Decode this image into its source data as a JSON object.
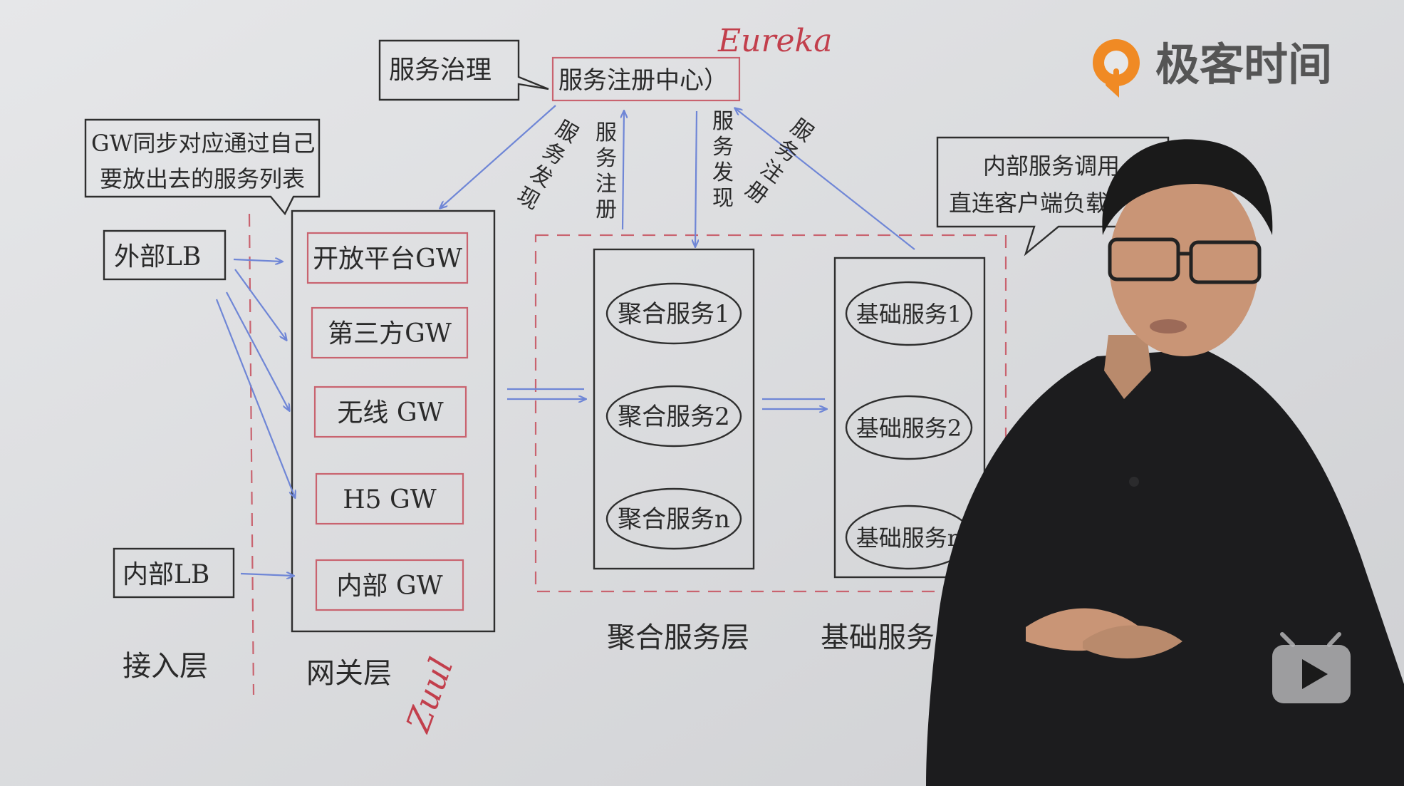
{
  "brand": {
    "name": "极客时间",
    "accent": "#f08a24"
  },
  "governance": {
    "callout": "服务治理",
    "registry": "服务注册中心）",
    "eureka": "Eureka"
  },
  "notes": {
    "gw_sync": [
      "GW同步对应通过自己",
      "要放出去的服务列表"
    ],
    "internal_call": [
      "内部服务调用",
      "直连客户端负载"
    ]
  },
  "flows": {
    "discovery_to_gw": "服务发现",
    "register_from_gw": "服务注册",
    "discovery_to_agg": "服务发现",
    "register_from_base": "服务注册"
  },
  "access": {
    "external_lb": "外部LB",
    "internal_lb": "内部LB",
    "label": "接入层"
  },
  "gateway": {
    "items": [
      "开放平台GW",
      "第三方GW",
      "无线 GW",
      "H5  GW",
      "内部 GW"
    ],
    "label": "网关层",
    "zuul": "Zuul"
  },
  "aggregation": {
    "items": [
      "聚合服务1",
      "聚合服务2",
      "聚合服务n"
    ],
    "label": "聚合服务层"
  },
  "base": {
    "items": [
      "基础服务1",
      "基础服务2",
      "基础服务n"
    ],
    "label": "基础服务层"
  },
  "player": {
    "play_icon": "play-icon"
  }
}
